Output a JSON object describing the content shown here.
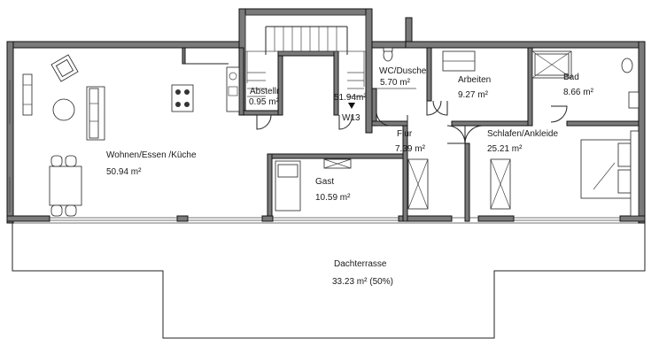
{
  "rooms": {
    "wohnen": {
      "name": "Wohnen/Essen /Küche",
      "area": "50.94 m²"
    },
    "abstellr": {
      "name": "Abstellr",
      "area": "0.95 m²"
    },
    "treppe": {
      "area": "51.94m²",
      "tag": "W13"
    },
    "wc": {
      "name": "WC/Dusche",
      "area": "5.70 m²"
    },
    "arbeiten": {
      "name": "Arbeiten",
      "area": "9.27 m²"
    },
    "bad": {
      "name": "Bad",
      "area": "8.66 m²"
    },
    "flur": {
      "name": "Flur",
      "area": "7.39 m²"
    },
    "schlafen": {
      "name": "Schlafen/Ankleide",
      "area": "25.21 m²"
    },
    "gast": {
      "name": "Gast",
      "area": "10.59 m²"
    },
    "terrasse": {
      "name": "Dachterrasse",
      "area": "33.23 m²  (50%)"
    }
  },
  "colors": {
    "wall": "#7a7a7a",
    "line": "#222222",
    "background": "#ffffff"
  }
}
